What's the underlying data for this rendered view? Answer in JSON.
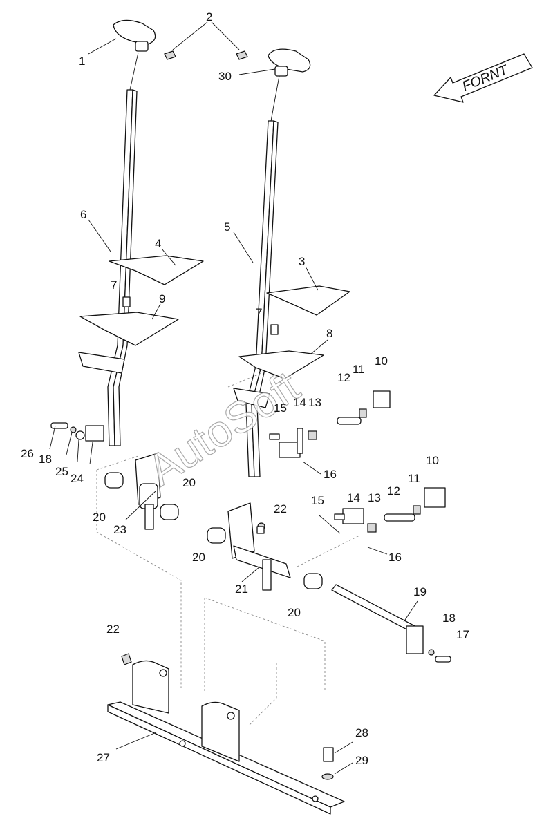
{
  "diagram": {
    "callouts": [
      {
        "id": "c1",
        "text": "1"
      },
      {
        "id": "c2",
        "text": "2"
      },
      {
        "id": "c30",
        "text": "30"
      },
      {
        "id": "c6",
        "text": "6"
      },
      {
        "id": "c5",
        "text": "5"
      },
      {
        "id": "c4",
        "text": "4"
      },
      {
        "id": "c3",
        "text": "3"
      },
      {
        "id": "c7a",
        "text": "7"
      },
      {
        "id": "c7b",
        "text": "7"
      },
      {
        "id": "c9",
        "text": "9"
      },
      {
        "id": "c8",
        "text": "8"
      },
      {
        "id": "c10a",
        "text": "10"
      },
      {
        "id": "c10b",
        "text": "10"
      },
      {
        "id": "c11a",
        "text": "11"
      },
      {
        "id": "c11b",
        "text": "11"
      },
      {
        "id": "c12a",
        "text": "12"
      },
      {
        "id": "c12b",
        "text": "12"
      },
      {
        "id": "c13a",
        "text": "13"
      },
      {
        "id": "c13b",
        "text": "13"
      },
      {
        "id": "c14a",
        "text": "14"
      },
      {
        "id": "c14b",
        "text": "14"
      },
      {
        "id": "c15a",
        "text": "15"
      },
      {
        "id": "c15b",
        "text": "15"
      },
      {
        "id": "c16a",
        "text": "16"
      },
      {
        "id": "c16b",
        "text": "16"
      },
      {
        "id": "c26",
        "text": "26"
      },
      {
        "id": "c18a",
        "text": "18"
      },
      {
        "id": "c25",
        "text": "25"
      },
      {
        "id": "c24",
        "text": "24"
      },
      {
        "id": "c20a",
        "text": "20"
      },
      {
        "id": "c23",
        "text": "23"
      },
      {
        "id": "c20b",
        "text": "20"
      },
      {
        "id": "c22a",
        "text": "22"
      },
      {
        "id": "c20c",
        "text": "20"
      },
      {
        "id": "c21",
        "text": "21"
      },
      {
        "id": "c20d",
        "text": "20"
      },
      {
        "id": "c19",
        "text": "19"
      },
      {
        "id": "c18b",
        "text": "18"
      },
      {
        "id": "c17",
        "text": "17"
      },
      {
        "id": "c22b",
        "text": "22"
      },
      {
        "id": "c27",
        "text": "27"
      },
      {
        "id": "c28",
        "text": "28"
      },
      {
        "id": "c29",
        "text": "29"
      }
    ],
    "front_arrow_label": "FORNT",
    "watermark": "AutoSoft"
  }
}
